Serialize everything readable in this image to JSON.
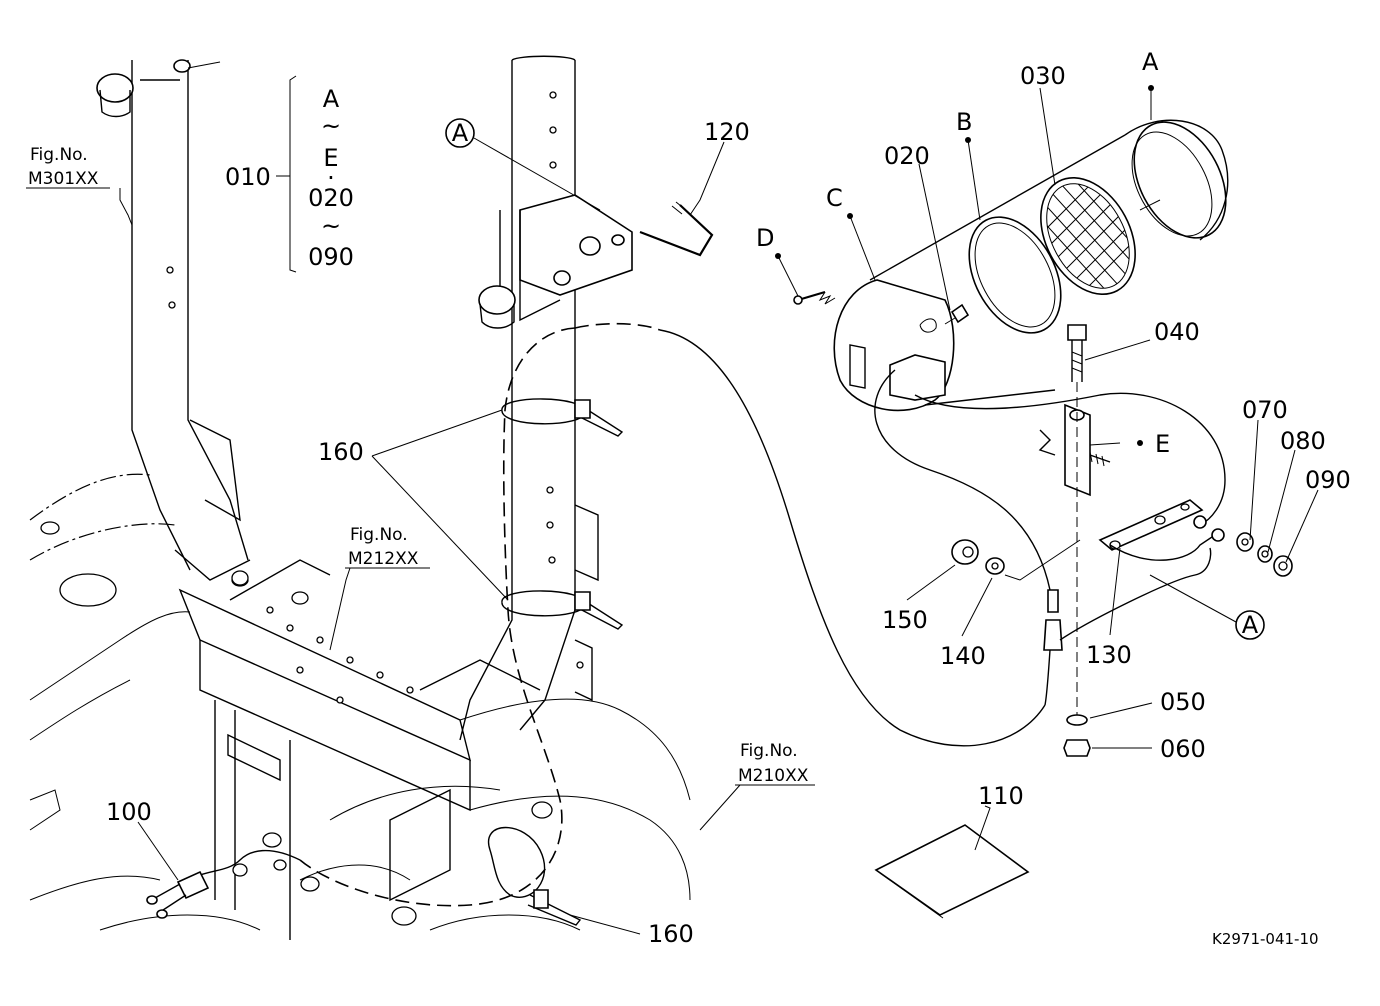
{
  "labels": {
    "bracket_top": "A",
    "bracket_tilde1": "~",
    "bracket_e": "E",
    "bracket_dot": "·",
    "bracket_020": "020",
    "bracket_tilde2": "~",
    "bracket_090": "090",
    "part_010": "010",
    "part_120": "120",
    "part_160_upper": "160",
    "part_160_lower": "160",
    "part_100": "100",
    "part_020": "020",
    "part_030": "030",
    "part_040": "040",
    "part_050": "050",
    "part_060": "060",
    "part_070": "070",
    "part_080": "080",
    "part_090": "090",
    "part_110": "110",
    "part_130": "130",
    "part_140": "140",
    "part_150": "150",
    "ref_a_left": "A",
    "ref_a_right": "A",
    "ref_a_top": "A",
    "ref_b": "B",
    "ref_c": "C",
    "ref_d": "D",
    "ref_e": "E"
  },
  "figure_refs": {
    "m301_label": "Fig.No.",
    "m301_code": "M301XX",
    "m212_label": "Fig.No.",
    "m212_code": "M212XX",
    "m210_label": "Fig.No.",
    "m210_code": "M210XX"
  },
  "drawing_code": "K2971-041-10"
}
